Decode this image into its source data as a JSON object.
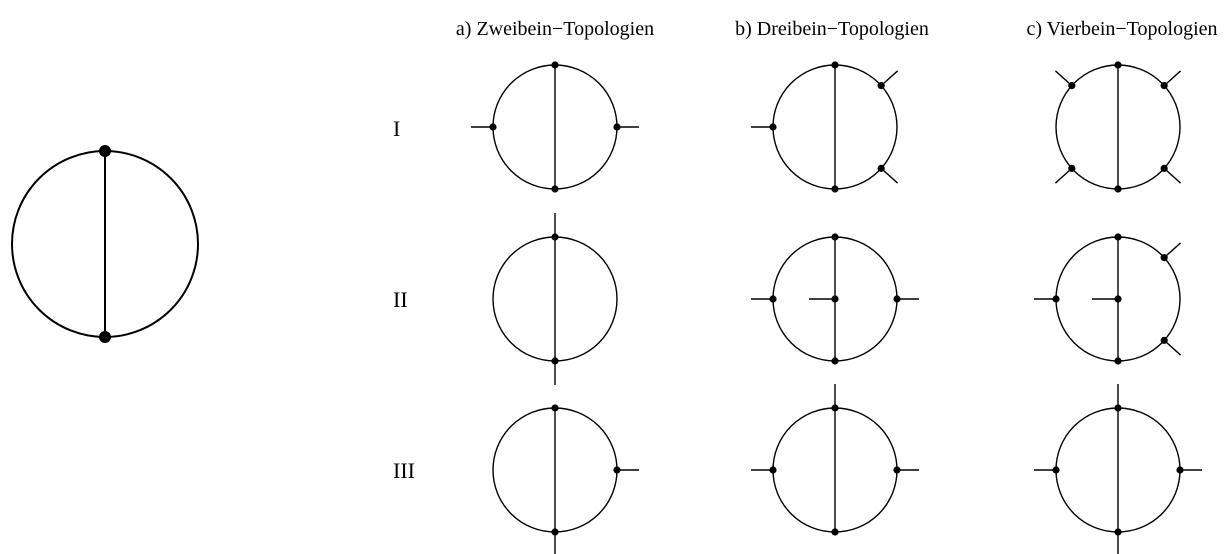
{
  "columns": [
    {
      "key": "a",
      "label": "a) Zweibein−Topologien"
    },
    {
      "key": "b",
      "label": "b) Dreibein−Topologien"
    },
    {
      "key": "c",
      "label": "c) Vierbein−Topologien"
    }
  ],
  "rows": [
    {
      "key": "I",
      "label": "I"
    },
    {
      "key": "II",
      "label": "II"
    },
    {
      "key": "III",
      "label": "III"
    }
  ],
  "reference_diagram": {
    "description_icon": "sunset-vacuum-diagram",
    "vertices": [
      "top",
      "bottom"
    ]
  },
  "diagrams": [
    {
      "col": "a",
      "row": "I",
      "center_vertex": false,
      "center_leg": false,
      "chord_ext_top": false,
      "chord_ext_bottom": false,
      "legs": [
        "left",
        "right"
      ]
    },
    {
      "col": "b",
      "row": "I",
      "center_vertex": false,
      "center_leg": false,
      "chord_ext_top": false,
      "chord_ext_bottom": false,
      "legs": [
        "left",
        "upper-right",
        "lower-right"
      ]
    },
    {
      "col": "c",
      "row": "I",
      "center_vertex": false,
      "center_leg": false,
      "chord_ext_top": false,
      "chord_ext_bottom": false,
      "legs": [
        "upper-left",
        "lower-left",
        "upper-right",
        "lower-right"
      ]
    },
    {
      "col": "a",
      "row": "II",
      "center_vertex": false,
      "center_leg": false,
      "chord_ext_top": true,
      "chord_ext_bottom": true,
      "legs": []
    },
    {
      "col": "b",
      "row": "II",
      "center_vertex": true,
      "center_leg": true,
      "chord_ext_top": false,
      "chord_ext_bottom": false,
      "legs": [
        "left",
        "right"
      ]
    },
    {
      "col": "c",
      "row": "II",
      "center_vertex": true,
      "center_leg": true,
      "chord_ext_top": false,
      "chord_ext_bottom": false,
      "legs": [
        "left",
        "upper-right",
        "lower-right"
      ]
    },
    {
      "col": "a",
      "row": "III",
      "center_vertex": false,
      "center_leg": false,
      "chord_ext_top": false,
      "chord_ext_bottom": true,
      "legs": [
        "right"
      ]
    },
    {
      "col": "b",
      "row": "III",
      "center_vertex": false,
      "center_leg": false,
      "chord_ext_top": true,
      "chord_ext_bottom": false,
      "legs": [
        "left",
        "right"
      ]
    },
    {
      "col": "c",
      "row": "III",
      "center_vertex": false,
      "center_leg": false,
      "chord_ext_top": true,
      "chord_ext_bottom": true,
      "legs": [
        "left",
        "right"
      ]
    }
  ]
}
